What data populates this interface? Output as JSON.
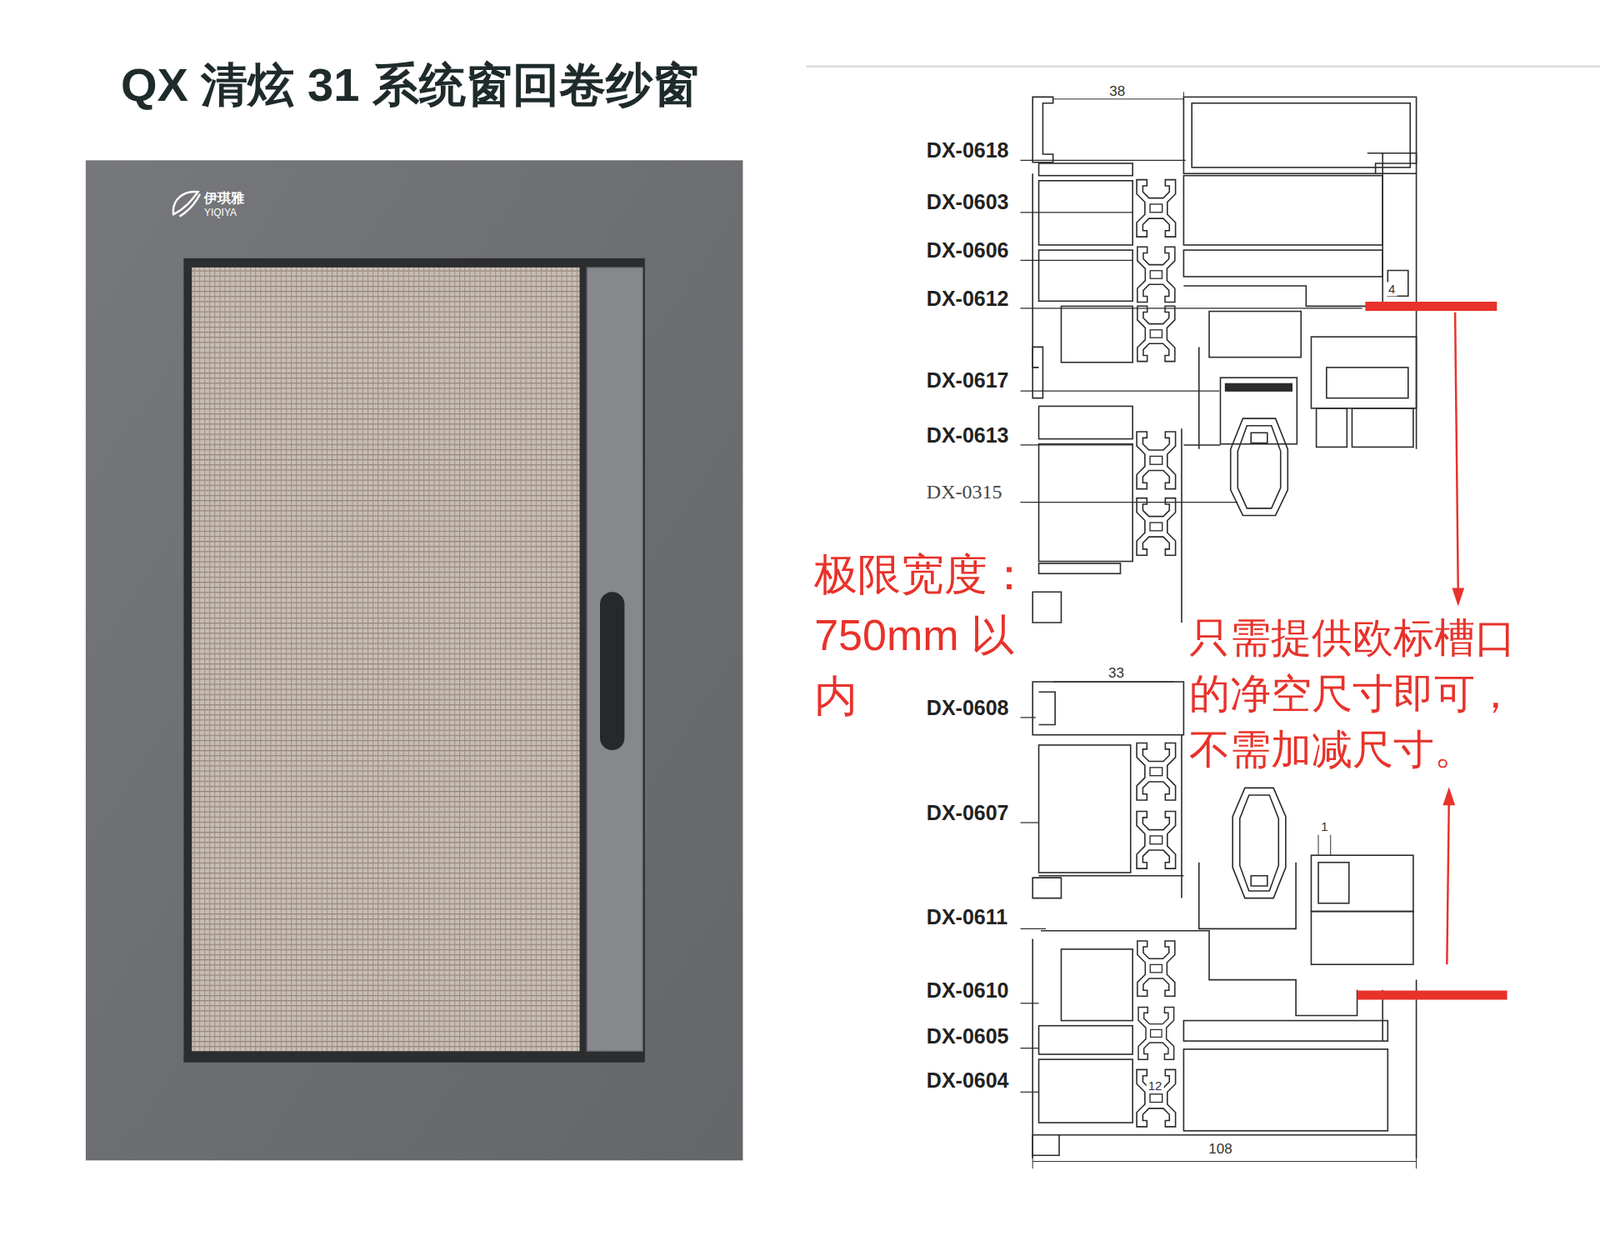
{
  "diagram": {
    "title": "QX 清炫 31 系统窗回卷纱窗",
    "labels": [
      "伊琪雅",
      "YIQIYA",
      "38",
      "DX-0618",
      "DX-0603",
      "DX-0606",
      "DX-0612",
      "4",
      "DX-0617",
      "DX-0613",
      "DX-0315",
      "极限宽度： 750mm 以内",
      "只需提供欧标槽口 的净空尺寸即可， 不需加减尺寸。",
      "33",
      "DX-0608",
      "DX-0607",
      "1",
      "DX-0611",
      "DX-0610",
      "DX-0605",
      "12",
      "DX-0604",
      "108"
    ]
  }
}
